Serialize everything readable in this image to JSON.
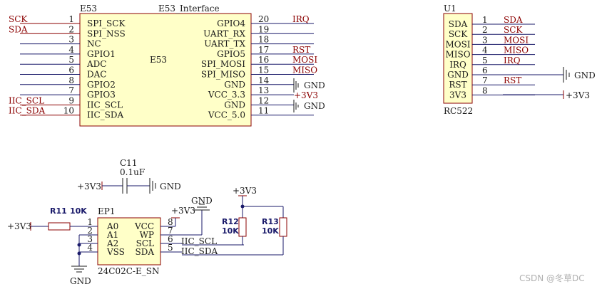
{
  "e53": {
    "designator": "E53",
    "title": "E53_Interface",
    "center_label": "E53",
    "left_pins": [
      {
        "num": "1",
        "name": "SPI_SCK",
        "net": "SCK"
      },
      {
        "num": "2",
        "name": "SPI_NSS",
        "net": "SDA"
      },
      {
        "num": "3",
        "name": "NC",
        "net": ""
      },
      {
        "num": "4",
        "name": "GPIO1",
        "net": ""
      },
      {
        "num": "5",
        "name": "ADC",
        "net": ""
      },
      {
        "num": "6",
        "name": "DAC",
        "net": ""
      },
      {
        "num": "8",
        "name": "GPIO2",
        "net": ""
      },
      {
        "num": "7",
        "name": "GPIO3",
        "net": ""
      },
      {
        "num": "9",
        "name": "IIC_SCL",
        "net": "IIC_SCL"
      },
      {
        "num": "10",
        "name": "IIC_SDA",
        "net": "IIC_SDA"
      }
    ],
    "right_pins": [
      {
        "num": "20",
        "name": "GPIO4",
        "net": "IRQ"
      },
      {
        "num": "19",
        "name": "UART_RX",
        "net": ""
      },
      {
        "num": "18",
        "name": "UART_TX",
        "net": ""
      },
      {
        "num": "17",
        "name": "GPIO5",
        "net": "RST"
      },
      {
        "num": "16",
        "name": "SPI_MOSI",
        "net": "MOSI"
      },
      {
        "num": "15",
        "name": "SPI_MISO",
        "net": "MISO"
      },
      {
        "num": "14",
        "name": "GND",
        "net": "GND"
      },
      {
        "num": "13",
        "name": "VCC_3.3",
        "net": "+3V3"
      },
      {
        "num": "12",
        "name": "GND",
        "net": "GND"
      },
      {
        "num": "11",
        "name": "VCC_5.0",
        "net": ""
      }
    ]
  },
  "u1": {
    "designator": "U1",
    "part": "RC522",
    "pins": [
      {
        "num": "1",
        "name": "SDA",
        "net": "SDA"
      },
      {
        "num": "2",
        "name": "SCK",
        "net": "SCK"
      },
      {
        "num": "3",
        "name": "MOSI",
        "net": "MOSI"
      },
      {
        "num": "4",
        "name": "MISO",
        "net": "MISO"
      },
      {
        "num": "5",
        "name": "IRQ",
        "net": "IRQ"
      },
      {
        "num": "6",
        "name": "GND",
        "net": ""
      },
      {
        "num": "7",
        "name": "RST",
        "net": "RST"
      },
      {
        "num": "8",
        "name": "3V3",
        "net": ""
      }
    ],
    "gnd_label": "GND",
    "v33_label": "+3V3"
  },
  "c11": {
    "designator": "C11",
    "value": "0.1uF",
    "left_net": "+3V3",
    "right_net": "GND"
  },
  "ep1": {
    "designator": "EP1",
    "part": "24C02C-E_SN",
    "left_pins": [
      {
        "num": "1",
        "name": "A0"
      },
      {
        "num": "2",
        "name": "A1"
      },
      {
        "num": "3",
        "name": "A2"
      },
      {
        "num": "4",
        "name": "VSS"
      }
    ],
    "right_pins": [
      {
        "num": "8",
        "name": "VCC"
      },
      {
        "num": "7",
        "name": "WP"
      },
      {
        "num": "6",
        "name": "SCL"
      },
      {
        "num": "5",
        "name": "SDA"
      }
    ],
    "scl_net": "IIC_SCL",
    "sda_net": "IIC_SDA",
    "vcc_net": "+3V3",
    "wp_gnd": "GND",
    "vss_gnd": "GND"
  },
  "r11": {
    "designator": "R11",
    "value": "10K",
    "net": "+3V3"
  },
  "r12": {
    "designator": "R12",
    "value": "10K"
  },
  "r13": {
    "designator": "R13",
    "value": "10K"
  },
  "pullup_net": "+3V3",
  "watermark": "CSDN @冬草DC"
}
